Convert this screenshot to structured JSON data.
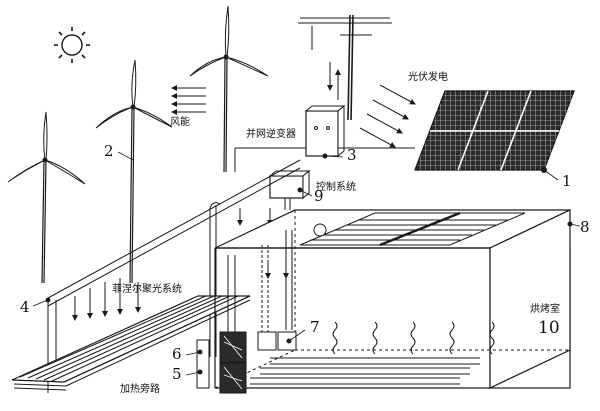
{
  "labels": {
    "wind_energy": "风能",
    "pv_generation": "光伏发电",
    "grid_inverter": "并网逆变器",
    "control_system": "控制系统",
    "fresnel_system": "菲涅尔聚光系统",
    "heating_bypass": "加热旁路",
    "drying_room": "烘烤室"
  },
  "numbers": {
    "n1": "1",
    "n2": "2",
    "n3": "3",
    "n4": "4",
    "n5": "5",
    "n6": "6",
    "n7": "7",
    "n8": "8",
    "n9": "9",
    "n10": "10"
  },
  "colors": {
    "line": "#1a1a1a",
    "panel": "#2b2b2b",
    "background": "#ffffff"
  },
  "icons": [
    "sun-icon",
    "wind-turbine-icon",
    "solar-panel-icon",
    "inverter-icon",
    "control-box-icon",
    "heat-wave-icon"
  ]
}
